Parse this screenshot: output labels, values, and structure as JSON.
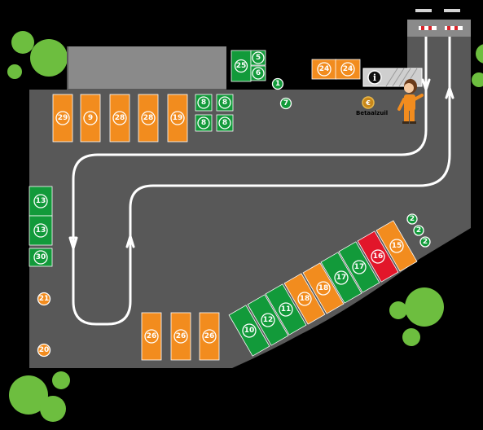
{
  "colors": {
    "ground": "#585858",
    "building": "#8a8a8a",
    "orange": "#f28c1e",
    "green": "#129a3a",
    "red": "#e2162a",
    "tree": "#6dbe3f",
    "road_line": "#ffffff",
    "gate_red": "#d9262c"
  },
  "map": {
    "large_spots": [
      {
        "label": "29",
        "color": "orange"
      },
      {
        "label": "9",
        "color": "orange"
      },
      {
        "label": "28",
        "color": "orange"
      },
      {
        "label": "28",
        "color": "orange"
      },
      {
        "label": "19",
        "color": "orange"
      },
      {
        "label": "24",
        "color": "orange"
      },
      {
        "label": "24",
        "color": "orange"
      },
      {
        "label": "13",
        "color": "green"
      },
      {
        "label": "13",
        "color": "green"
      },
      {
        "label": "30",
        "color": "green"
      },
      {
        "label": "26",
        "color": "orange"
      },
      {
        "label": "26",
        "color": "orange"
      },
      {
        "label": "26",
        "color": "orange"
      },
      {
        "label": "10",
        "color": "green"
      },
      {
        "label": "12",
        "color": "green"
      },
      {
        "label": "11",
        "color": "green"
      },
      {
        "label": "18",
        "color": "orange"
      },
      {
        "label": "18",
        "color": "orange"
      },
      {
        "label": "17",
        "color": "green"
      },
      {
        "label": "17",
        "color": "green"
      },
      {
        "label": "16",
        "color": "red"
      },
      {
        "label": "15",
        "color": "orange"
      }
    ],
    "small_spots": [
      {
        "label": "25",
        "color": "green"
      },
      {
        "label": "5",
        "color": "green"
      },
      {
        "label": "6",
        "color": "green"
      },
      {
        "label": "8",
        "color": "green"
      },
      {
        "label": "8",
        "color": "green"
      },
      {
        "label": "8",
        "color": "green"
      },
      {
        "label": "8",
        "color": "green"
      }
    ],
    "markers": [
      {
        "label": "1",
        "color": "green"
      },
      {
        "label": "7",
        "color": "green"
      },
      {
        "label": "2",
        "color": "green"
      },
      {
        "label": "2",
        "color": "green"
      },
      {
        "label": "2",
        "color": "green"
      },
      {
        "label": "21",
        "color": "orange"
      },
      {
        "label": "20",
        "color": "orange"
      }
    ],
    "cashier": {
      "label": "Betaalzuil",
      "symbol": "€",
      "icon": "euro-coin-icon"
    },
    "info": {
      "symbol": "i",
      "icon": "info-icon"
    },
    "attendant_icon": "attendant-figure-icon",
    "gate_icon": "entrance-gate-icon"
  }
}
